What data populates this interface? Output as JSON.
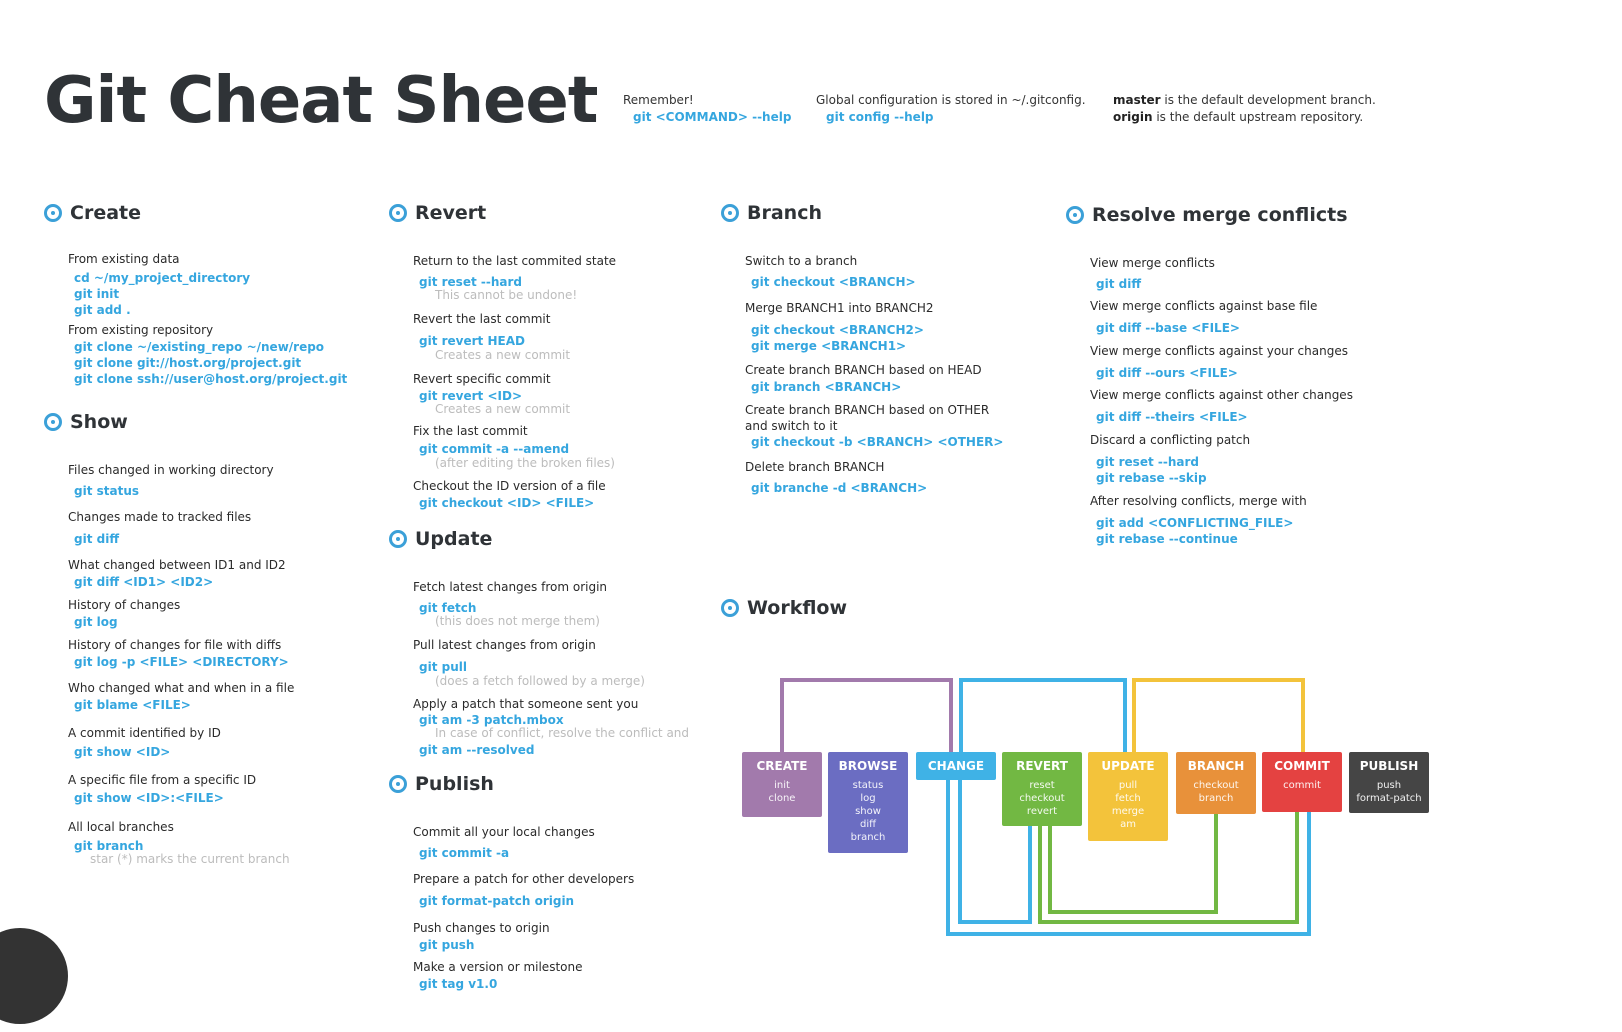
{
  "title": "Git Cheat Sheet",
  "header_notes": [
    {
      "text": "Remember!",
      "cmd": "git <COMMAND> --help"
    },
    {
      "text": "Global configuration is stored in ~/.gitconfig.",
      "cmd": "git config --help"
    },
    {
      "line1_bold": "master",
      "line1_rest": " is the default development branch.",
      "line2_bold": "origin",
      "line2_rest": " is the default upstream repository."
    }
  ],
  "sections": {
    "create": {
      "heading": "Create",
      "items": [
        {
          "d": "From existing data"
        },
        {
          "c": "cd ~/my_project_directory"
        },
        {
          "c": "git init"
        },
        {
          "c": "git add ."
        },
        {
          "d": "From existing repository"
        },
        {
          "c": "git clone ~/existing_repo ~/new/repo"
        },
        {
          "c": "git clone git://host.org/project.git"
        },
        {
          "c": "git clone ssh://user@host.org/project.git"
        }
      ]
    },
    "show": {
      "heading": "Show",
      "items": [
        {
          "d": "Files changed in working directory"
        },
        {
          "c": "git status"
        },
        {
          "d": "Changes made to tracked files"
        },
        {
          "c": "git diff"
        },
        {
          "d": "What changed between ID1 and ID2"
        },
        {
          "c": "git diff <ID1> <ID2>"
        },
        {
          "d": "History of changes"
        },
        {
          "c": "git log"
        },
        {
          "d": "History of changes for file with diffs"
        },
        {
          "c": "git log -p <FILE> <DIRECTORY>"
        },
        {
          "d": "Who changed what and when in a file"
        },
        {
          "c": "git blame <FILE>"
        },
        {
          "d": "A commit identified by ID"
        },
        {
          "c": "git show <ID>"
        },
        {
          "d": "A specific file from a specific ID"
        },
        {
          "c": "git show <ID>:<FILE>"
        },
        {
          "d": "All local branches"
        },
        {
          "c": "git branch"
        },
        {
          "n": "star (*) marks the current branch"
        }
      ]
    },
    "revert": {
      "heading": "Revert",
      "items": [
        {
          "d": "Return to the last commited state"
        },
        {
          "c": "git reset --hard"
        },
        {
          "n": "This cannot be undone!"
        },
        {
          "d": "Revert the last commit"
        },
        {
          "c": "git revert HEAD"
        },
        {
          "n": "Creates a new commit"
        },
        {
          "d": "Revert specific commit"
        },
        {
          "c": "git revert <ID>"
        },
        {
          "n": "Creates a new commit"
        },
        {
          "d": "Fix the last commit"
        },
        {
          "c": "git commit -a --amend"
        },
        {
          "n": "(after editing the broken files)"
        },
        {
          "d": "Checkout the ID version of a file"
        },
        {
          "c": "git checkout <ID> <FILE>"
        }
      ]
    },
    "update": {
      "heading": "Update",
      "items": [
        {
          "d": "Fetch latest changes from origin"
        },
        {
          "c": "git fetch"
        },
        {
          "n": "(this does not merge them)"
        },
        {
          "d": "Pull latest changes from origin"
        },
        {
          "c": "git pull"
        },
        {
          "n": "(does a fetch followed by a merge)"
        },
        {
          "d": "Apply a patch that someone sent you"
        },
        {
          "c": "git am -3 patch.mbox"
        },
        {
          "n": "In case of conflict, resolve the conflict and"
        },
        {
          "c": "git am --resolved"
        }
      ]
    },
    "publish": {
      "heading": "Publish",
      "items": [
        {
          "d": "Commit all your local changes"
        },
        {
          "c": "git commit -a"
        },
        {
          "d": "Prepare a patch for other developers"
        },
        {
          "c": "git format-patch origin"
        },
        {
          "d": "Push changes to origin"
        },
        {
          "c": "git push"
        },
        {
          "d": "Make a version or milestone"
        },
        {
          "c": "git tag v1.0"
        }
      ]
    },
    "branch": {
      "heading": "Branch",
      "items": [
        {
          "d": "Switch to a branch"
        },
        {
          "c": "git checkout <BRANCH>"
        },
        {
          "d": "Merge BRANCH1 into BRANCH2"
        },
        {
          "c": "git checkout <BRANCH2>"
        },
        {
          "c": "git merge <BRANCH1>"
        },
        {
          "d": "Create branch BRANCH based on HEAD"
        },
        {
          "c": "git branch <BRANCH>"
        },
        {
          "d": "Create branch BRANCH based on OTHER"
        },
        {
          "d": "and switch to it"
        },
        {
          "c": "git checkout -b <BRANCH> <OTHER>"
        },
        {
          "d": "Delete branch BRANCH"
        },
        {
          "c": "git branche -d <BRANCH>"
        }
      ]
    },
    "resolve": {
      "heading": "Resolve merge conflicts",
      "items": [
        {
          "d": "View merge conflicts"
        },
        {
          "c": "git diff"
        },
        {
          "d": "View merge conflicts against base file"
        },
        {
          "c": "git diff --base <FILE>"
        },
        {
          "d": "View merge conflicts against your changes"
        },
        {
          "c": "git diff --ours <FILE>"
        },
        {
          "d": "View merge conflicts against other changes"
        },
        {
          "c": "git diff --theirs <FILE>"
        },
        {
          "d": "Discard a conflicting patch"
        },
        {
          "c": "git reset --hard"
        },
        {
          "c": "git rebase --skip"
        },
        {
          "d": "After resolving conflicts, merge with"
        },
        {
          "c": "git add <CONFLICTING_FILE>"
        },
        {
          "c": "git rebase --continue"
        }
      ]
    },
    "workflow": {
      "heading": "Workflow"
    }
  },
  "workflow_boxes": [
    {
      "key": "create",
      "title": "CREATE",
      "sub": [
        "init",
        "clone"
      ],
      "color": "#a27aac"
    },
    {
      "key": "browse",
      "title": "BROWSE",
      "sub": [
        "status",
        "log",
        "show",
        "diff",
        "branch"
      ],
      "color": "#6b6dc2"
    },
    {
      "key": "change",
      "title": "CHANGE",
      "sub": [],
      "color": "#3fb2e6"
    },
    {
      "key": "revert",
      "title": "REVERT",
      "sub": [
        "reset",
        "checkout",
        "revert"
      ],
      "color": "#72b843"
    },
    {
      "key": "update",
      "title": "UPDATE",
      "sub": [
        "pull",
        "fetch",
        "merge",
        "am"
      ],
      "color": "#f3c33b"
    },
    {
      "key": "branch",
      "title": "BRANCH",
      "sub": [
        "checkout",
        "branch"
      ],
      "color": "#e8913a"
    },
    {
      "key": "commit",
      "title": "COMMIT",
      "sub": [
        "commit"
      ],
      "color": "#e44241"
    },
    {
      "key": "publish",
      "title": "PUBLISH",
      "sub": [
        "push",
        "format-patch"
      ],
      "color": "#454545"
    }
  ]
}
